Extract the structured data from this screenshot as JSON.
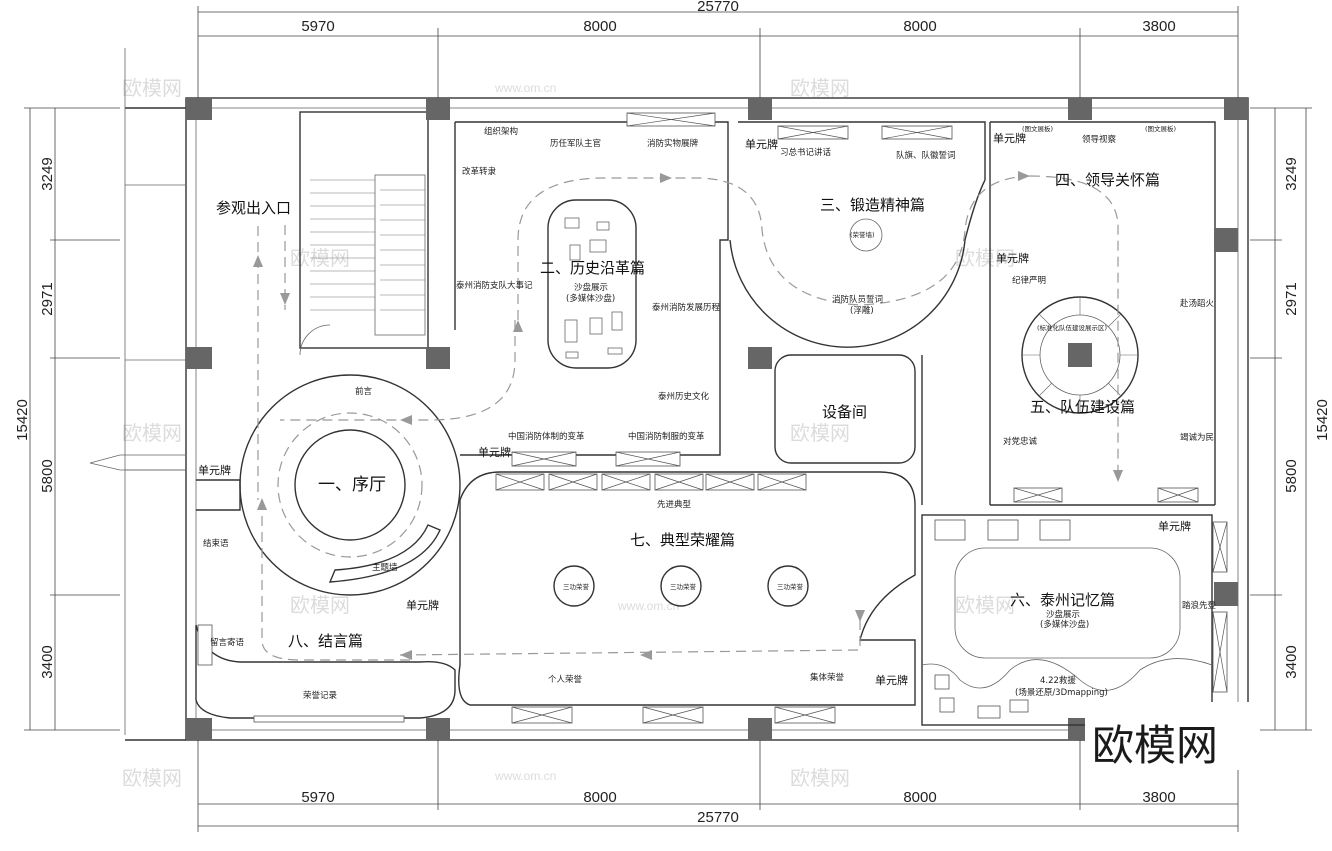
{
  "dimensions": {
    "top_total": "25770",
    "top_segments": [
      "5970",
      "8000",
      "8000",
      "3800"
    ],
    "bottom_segments": [
      "5970",
      "8000",
      "8000",
      "3800"
    ],
    "bottom_total": "25770",
    "left_segments": [
      "3249",
      "2971",
      "5800",
      "3400"
    ],
    "left_total": "15420",
    "right_segments": [
      "3249",
      "2971",
      "5800",
      "3400"
    ],
    "right_total": "15420"
  },
  "halls": {
    "entrance": "参观出入口",
    "h1": "一、序厅",
    "h2": "二、历史沿革篇",
    "h3": "三、锻造精神篇",
    "h4": "四、领导关怀篇",
    "h5": "五、队伍建设篇",
    "h6": "六、泰州记忆篇",
    "h7": "七、典型荣耀篇",
    "h8": "八、结言篇",
    "equipment": "设备间"
  },
  "labels": {
    "org": "组织架构",
    "leaders": "历任军队主官",
    "relics": "消防实物展牌",
    "reform": "改革转隶",
    "events": "泰州消防支队大事记",
    "sandbox_2": "沙盘展示",
    "sandbox_2b": "(多媒体沙盘)",
    "dev": "泰州消防发展历程",
    "culture": "泰州历史文化",
    "sys_change": "中国消防体制的变革",
    "sys_change2": "中国消防制服的变革",
    "preface": "前言",
    "theme_wall": "主题墙",
    "epilogue": "结束语",
    "honor_record": "荣誉记录",
    "guestbook": "留言寄语",
    "xi_speech": "习总书记讲话",
    "oath": "队旗、队徽誓词",
    "monument": "(荣誉墙)",
    "firefighter_oath": "消防队员誓词",
    "oath_sub": "(浮雕)",
    "leader_view": "领导视察",
    "pic_a": "(图文展板)",
    "pic_b": "(图文展板)",
    "discipline": "纪律严明",
    "fire_show": "赴汤蹈火",
    "center_ring": "(标准化队伍建设展示区)",
    "team_spirit": "对党忠诚",
    "serve_people": "竭诚为民",
    "advanced": "先进典型",
    "three_a": "三功荣誉",
    "three_b": "三功荣誉",
    "three_c": "三功荣誉",
    "personal_honor": "个人荣誉",
    "collective_honor": "集体荣誉",
    "sandbox_6": "沙盘展示",
    "sandbox_6b": "(多媒体沙盘)",
    "rescue": "4.22救援",
    "rescue_sub": "(场景还原/3Dmapping)",
    "fire_dept": "踏浪先登"
  },
  "unit_signs": [
    "单元牌",
    "单元牌",
    "单元牌",
    "单元牌",
    "单元牌",
    "单元牌",
    "单元牌",
    "单元牌"
  ],
  "watermark": {
    "text": "欧模网",
    "url": "www.om.cn",
    "brand": "欧模网"
  }
}
